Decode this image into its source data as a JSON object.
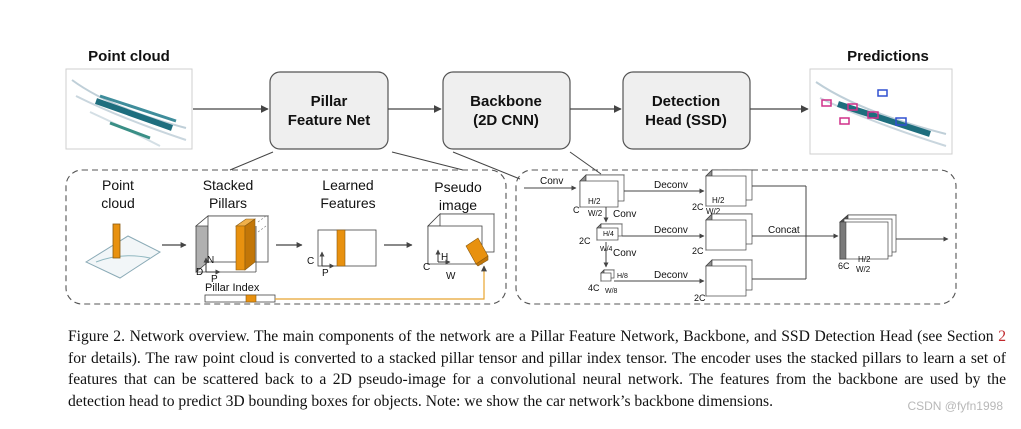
{
  "top": {
    "input_label": "Point cloud",
    "output_label": "Predictions",
    "blocks": [
      {
        "line1": "Pillar",
        "line2": "Feature Net"
      },
      {
        "line1": "Backbone",
        "line2": "(2D CNN)"
      },
      {
        "line1": "Detection",
        "line2": "Head (SSD)"
      }
    ]
  },
  "pfn": {
    "stages": [
      {
        "line1": "Point",
        "line2": "cloud"
      },
      {
        "line1": "Stacked",
        "line2": "Pillars"
      },
      {
        "line1": "Learned",
        "line2": "Features"
      },
      {
        "line1": "Pseudo",
        "line2": "image"
      }
    ],
    "axes": {
      "D": "D",
      "N": "N",
      "P": "P",
      "C": "C",
      "H": "H",
      "W": "W"
    },
    "pillar_index_label": "Pillar Index"
  },
  "backbone": {
    "conv": "Conv",
    "deconv": "Deconv",
    "concat": "Concat",
    "dims": {
      "c": "C",
      "h2": "H/2",
      "w2": "W/2",
      "c2": "2C",
      "h4": "H/4",
      "w4": "W/4",
      "c4": "4C",
      "h8": "H/8",
      "w8": "W/8",
      "c6": "6C"
    }
  },
  "caption": {
    "part1": "Figure 2. Network overview. The main components of the network are a Pillar Feature Network, Backbone, and SSD Detection Head (see Section ",
    "ref": "2",
    "part2": " for details). The raw point cloud is converted to a stacked pillar tensor and pillar index tensor. The encoder uses the stacked pillars to learn a set of features that can be scattered back to a 2D pseudo-image for a convolutional neural network. The features from the backbone are used by the detection head to predict 3D bounding boxes for objects. Note: we show the car network’s backbone dimensions."
  },
  "watermark": "CSDN @fyfn1998",
  "colors": {
    "accent": "#e8910f",
    "box_fill": "#efefef",
    "stroke": "#555555"
  }
}
